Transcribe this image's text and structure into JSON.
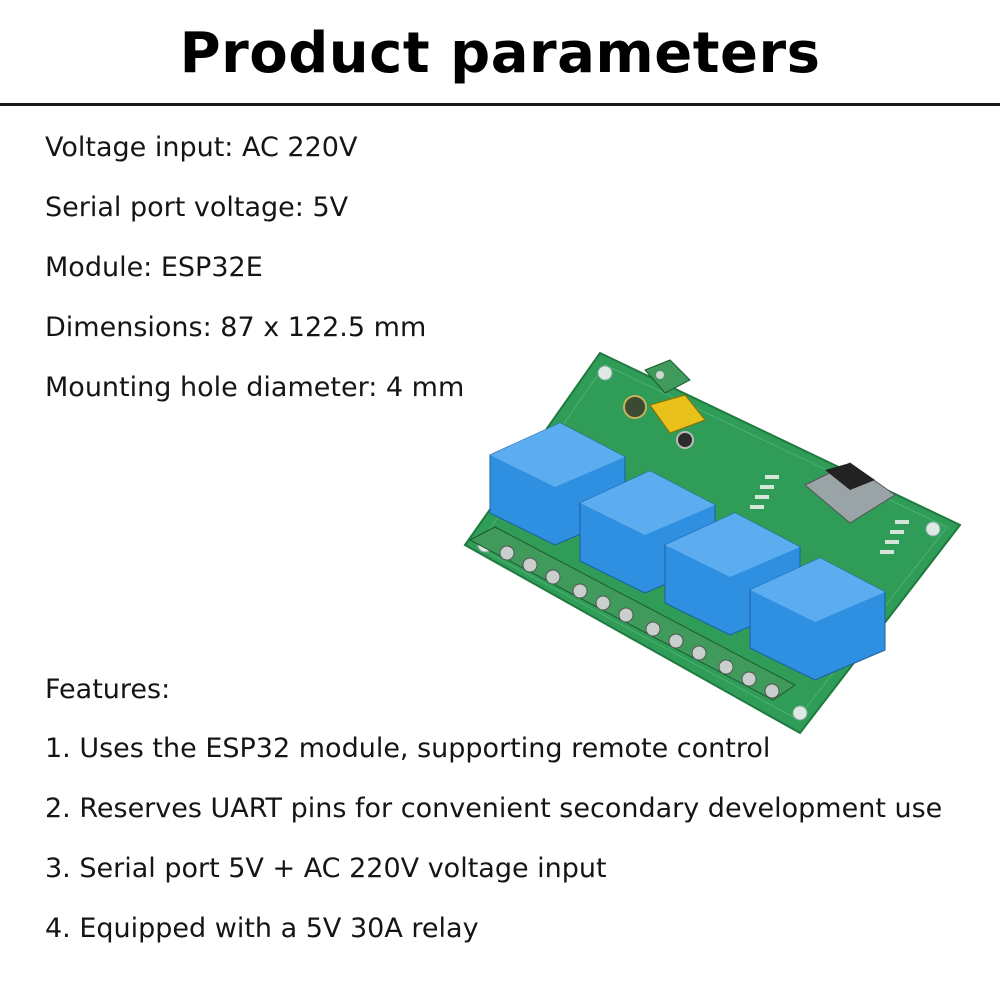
{
  "title": "Product parameters",
  "parameters": [
    "Voltage input: AC 220V",
    "Serial port voltage: 5V",
    "Module: ESP32E",
    "Dimensions: 87 x 122.5 mm",
    "Mounting hole diameter: 4 mm"
  ],
  "features": {
    "heading": "Features:",
    "items": [
      "1. Uses the ESP32 module, supporting remote control",
      "2. Reserves UART pins for convenient secondary development use",
      "3. Serial port 5V + AC 220V voltage input",
      "4. Equipped with a 5V 30A relay"
    ]
  },
  "image": {
    "colors": {
      "pcb": "#2f9d57",
      "relay": "#2f8fe0",
      "terminal": "#3f9a5b"
    }
  }
}
